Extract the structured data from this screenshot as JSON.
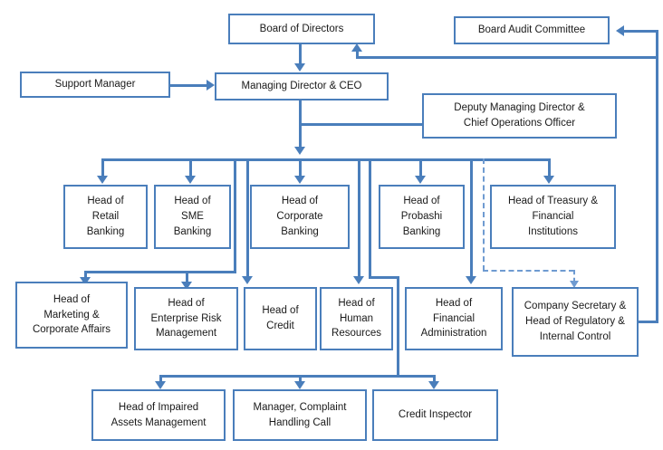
{
  "diagram": {
    "title": "Organizational Structure Chart",
    "type": "org-chart",
    "colors": {
      "box_border": "#4a7ebb",
      "connector": "#4a7ebb",
      "dashed_connector": "#6f9bd1",
      "box_fill": "#ffffff",
      "text": "#1a1a1a",
      "background": "#ffffff"
    },
    "nodes": {
      "board_of_directors": "Board of Directors",
      "board_audit_committee": "Board Audit Committee",
      "support_manager": "Support Manager",
      "managing_director": "Managing Director & CEO",
      "deputy_managing_director": "Deputy Managing Director &\nChief Operations Officer",
      "head_retail_banking": "Head of\nRetail\nBanking",
      "head_sme_banking": "Head of\nSME\nBanking",
      "head_corporate_banking": "Head of\nCorporate\nBanking",
      "head_probashi_banking": "Head of\nProbashi\nBanking",
      "head_treasury": "Head of Treasury &\nFinancial\nInstitutions",
      "head_marketing": "Head of\nMarketing &\nCorporate Affairs",
      "head_enterprise_risk": "Head of\nEnterprise Risk\nManagement",
      "head_credit": "Head of\nCredit",
      "head_human_resources": "Head of\nHuman\nResources",
      "head_financial_admin": "Head of\nFinancial\nAdministration",
      "company_secretary": "Company Secretary &\nHead of Regulatory &\nInternal Control",
      "head_impaired_assets": "Head of Impaired\nAssets Management",
      "manager_complaint": "Manager, Complaint\nHandling Call",
      "credit_inspector": "Credit Inspector"
    },
    "levels": {
      "level_1": [
        "Board of Directors",
        "Board Audit Committee"
      ],
      "level_2": [
        "Support Manager",
        "Managing Director & CEO",
        "Deputy Managing Director & Chief Operations Officer"
      ],
      "level_3": [
        "Head of Retail Banking",
        "Head of SME Banking",
        "Head of Corporate Banking",
        "Head of Probashi Banking",
        "Head of Treasury & Financial Institutions"
      ],
      "level_4": [
        "Head of Marketing & Corporate Affairs",
        "Head of Enterprise Risk Management",
        "Head of Credit",
        "Head of Human Resources",
        "Head of Financial Administration",
        "Company Secretary & Head of Regulatory & Internal Control"
      ],
      "level_5": [
        "Head of Impaired Assets Management",
        "Manager, Complaint Handling Call",
        "Credit Inspector"
      ]
    },
    "edges": [
      {
        "from": "Board of Directors",
        "to": "Managing Director & CEO",
        "style": "solid"
      },
      {
        "from": "Support Manager",
        "to": "Managing Director & CEO",
        "style": "solid"
      },
      {
        "from": "Company Secretary & Head of Regulatory & Internal Control",
        "to": "Board Audit Committee",
        "style": "solid"
      },
      {
        "from": "Managing Director & CEO",
        "to": "Board of Directors",
        "style": "solid"
      },
      {
        "from": "Deputy Managing Director & Chief Operations Officer",
        "to": "Managing Director & CEO",
        "style": "solid"
      },
      {
        "from": "Managing Director & CEO",
        "to": "Head of Retail Banking",
        "style": "solid"
      },
      {
        "from": "Managing Director & CEO",
        "to": "Head of SME Banking",
        "style": "solid"
      },
      {
        "from": "Managing Director & CEO",
        "to": "Head of Corporate Banking",
        "style": "solid"
      },
      {
        "from": "Managing Director & CEO",
        "to": "Head of Probashi Banking",
        "style": "solid"
      },
      {
        "from": "Managing Director & CEO",
        "to": "Head of Treasury & Financial Institutions",
        "style": "solid"
      },
      {
        "from": "Managing Director & CEO",
        "to": "Head of Marketing & Corporate Affairs",
        "style": "solid"
      },
      {
        "from": "Managing Director & CEO",
        "to": "Head of Enterprise Risk Management",
        "style": "solid"
      },
      {
        "from": "Managing Director & CEO",
        "to": "Head of Credit",
        "style": "solid"
      },
      {
        "from": "Managing Director & CEO",
        "to": "Head of Human Resources",
        "style": "solid"
      },
      {
        "from": "Managing Director & CEO",
        "to": "Head of Financial Administration",
        "style": "solid"
      },
      {
        "from": "Managing Director & CEO",
        "to": "Company Secretary & Head of Regulatory & Internal Control",
        "style": "dashed"
      },
      {
        "from": "Head of Human Resources",
        "to": "Head of Impaired Assets Management",
        "style": "solid"
      },
      {
        "from": "Head of Human Resources",
        "to": "Manager, Complaint Handling Call",
        "style": "solid"
      },
      {
        "from": "Head of Human Resources",
        "to": "Credit Inspector",
        "style": "solid"
      }
    ]
  }
}
